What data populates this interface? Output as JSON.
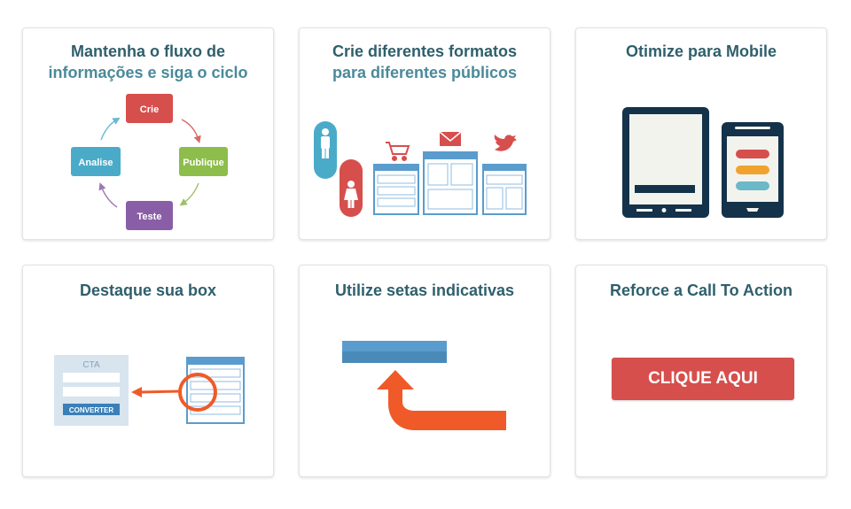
{
  "colors": {
    "title_dark": "#2f5f6c",
    "title_light": "#4a8a9a",
    "red": "#d64f4c",
    "green": "#8dbd4b",
    "purple": "#8a5ea6",
    "blue": "#4aabc9",
    "navy": "#14324a",
    "orange": "#f05a28"
  },
  "cards": [
    {
      "title_line1": "Mantenha o fluxo de",
      "title_line2": "informações e siga o ciclo",
      "cycle": {
        "crie": "Crie",
        "publique": "Publique",
        "teste": "Teste",
        "analise": "Analise"
      }
    },
    {
      "title_line1": "Crie diferentes formatos",
      "title_line2": "para diferentes públicos"
    },
    {
      "title_line1": "Otimize para Mobile"
    },
    {
      "title_line1": "Destaque sua box",
      "box_label": "CTA",
      "box_button": "CONVERTER"
    },
    {
      "title_line1": "Utilize setas indicativas"
    },
    {
      "title_line1": "Reforce a Call To Action",
      "cta_label": "CLIQUE AQUI"
    }
  ]
}
